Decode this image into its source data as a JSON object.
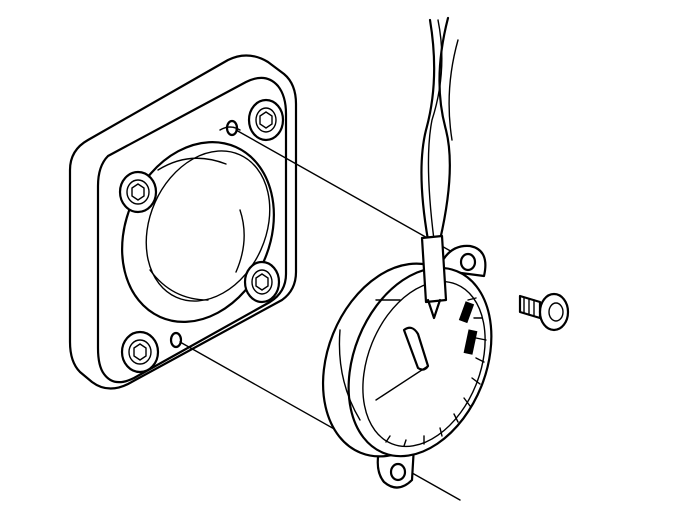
{
  "diagram": {
    "kind": "exploded-view line illustration",
    "line_color": "#000000",
    "background_color": "#ffffff",
    "parts": [
      {
        "name": "mounting-bracket",
        "icon": "square-flange-icon"
      },
      {
        "name": "bracket-screw",
        "icon": "torx-screw-icon",
        "count": 4
      },
      {
        "name": "dial-gauge",
        "icon": "gauge-icon"
      },
      {
        "name": "sensor-wires",
        "icon": "twisted-wire-icon"
      },
      {
        "name": "mounting-screw",
        "icon": "screw-icon"
      }
    ]
  }
}
